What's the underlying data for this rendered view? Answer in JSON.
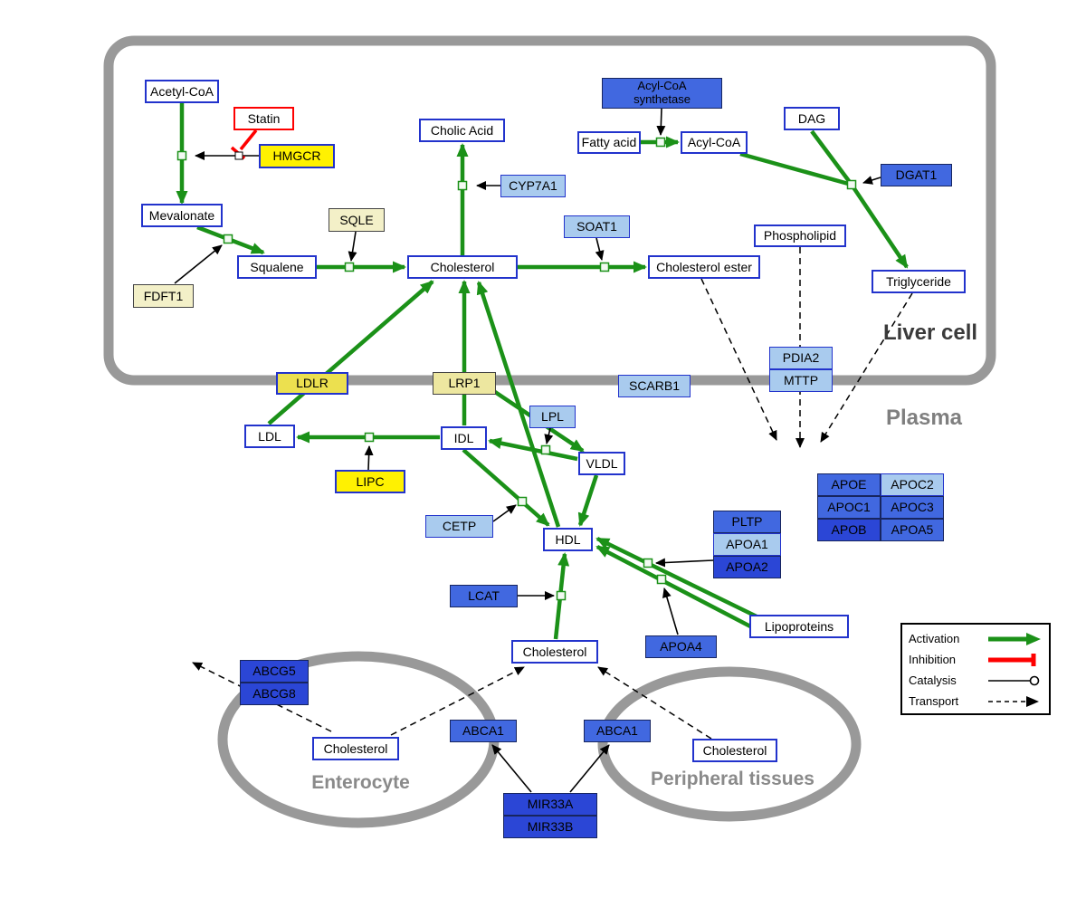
{
  "containers": {
    "liver_cell": {
      "label": "Liver cell"
    },
    "plasma": {
      "label": "Plasma"
    },
    "enterocyte": {
      "label": "Enterocyte"
    },
    "peripheral_tissues": {
      "label": "Peripheral tissues"
    }
  },
  "nodes": {
    "acetyl_coa": {
      "label": "Acetyl-CoA"
    },
    "statin": {
      "label": "Statin"
    },
    "hmgcr": {
      "label": "HMGCR"
    },
    "mevalonate": {
      "label": "Mevalonate"
    },
    "sqle": {
      "label": "SQLE"
    },
    "squalene": {
      "label": "Squalene"
    },
    "fdft1": {
      "label": "FDFT1"
    },
    "cholic_acid": {
      "label": "Cholic Acid"
    },
    "cyp7a1": {
      "label": "CYP7A1"
    },
    "cholesterol_liver": {
      "label": "Cholesterol"
    },
    "soat1": {
      "label": "SOAT1"
    },
    "cholesterol_ester": {
      "label": "Cholesterol ester"
    },
    "acyl_coa_synthetase": {
      "label": "Acyl-CoA synthetase"
    },
    "fatty_acid": {
      "label": "Fatty acid"
    },
    "acyl_coa": {
      "label": "Acyl-CoA"
    },
    "dag": {
      "label": "DAG"
    },
    "dgat1": {
      "label": "DGAT1"
    },
    "phospholipid": {
      "label": "Phospholipid"
    },
    "triglyceride": {
      "label": "Triglyceride"
    },
    "pdia2": {
      "label": "PDIA2"
    },
    "mttp": {
      "label": "MTTP"
    },
    "ldlr": {
      "label": "LDLR"
    },
    "lrp1": {
      "label": "LRP1"
    },
    "scarb1": {
      "label": "SCARB1"
    },
    "ldl": {
      "label": "LDL"
    },
    "idl": {
      "label": "IDL"
    },
    "lpl": {
      "label": "LPL"
    },
    "vldl": {
      "label": "VLDL"
    },
    "lipc": {
      "label": "LIPC"
    },
    "cetp": {
      "label": "CETP"
    },
    "hdl": {
      "label": "HDL"
    },
    "lcat": {
      "label": "LCAT"
    },
    "pltp": {
      "label": "PLTP"
    },
    "apoa1": {
      "label": "APOA1"
    },
    "apoa2": {
      "label": "APOA2"
    },
    "apoa4": {
      "label": "APOA4"
    },
    "lipoproteins": {
      "label": "Lipoproteins"
    },
    "apoe": {
      "label": "APOE"
    },
    "apoc2": {
      "label": "APOC2"
    },
    "apoc1": {
      "label": "APOC1"
    },
    "apoc3": {
      "label": "APOC3"
    },
    "apob": {
      "label": "APOB"
    },
    "apoa5": {
      "label": "APOA5"
    },
    "cholesterol_plasma": {
      "label": "Cholesterol"
    },
    "abcg5": {
      "label": "ABCG5"
    },
    "abcg8": {
      "label": "ABCG8"
    },
    "cholesterol_enterocyte": {
      "label": "Cholesterol"
    },
    "abca1_left": {
      "label": "ABCA1"
    },
    "abca1_right": {
      "label": "ABCA1"
    },
    "cholesterol_peripheral": {
      "label": "Cholesterol"
    },
    "mir33a": {
      "label": "MIR33A"
    },
    "mir33b": {
      "label": "MIR33B"
    }
  },
  "legend": {
    "activation": "Activation",
    "inhibition": "Inhibition",
    "catalysis": "Catalysis",
    "transport": "Transport"
  },
  "colors": {
    "activation_green": "#1B9118",
    "inhibition_red": "#FE0000",
    "membrane_gray": "#999999",
    "node_border_blue": "#2233CC",
    "light_blue_fill": "#A9CBEE",
    "royal_blue_fill": "#4168E0",
    "dark_blue_fill": "#2B46D6",
    "bright_yellow_fill": "#FFF101",
    "pale_yellow_fill": "#F3F0C8"
  }
}
